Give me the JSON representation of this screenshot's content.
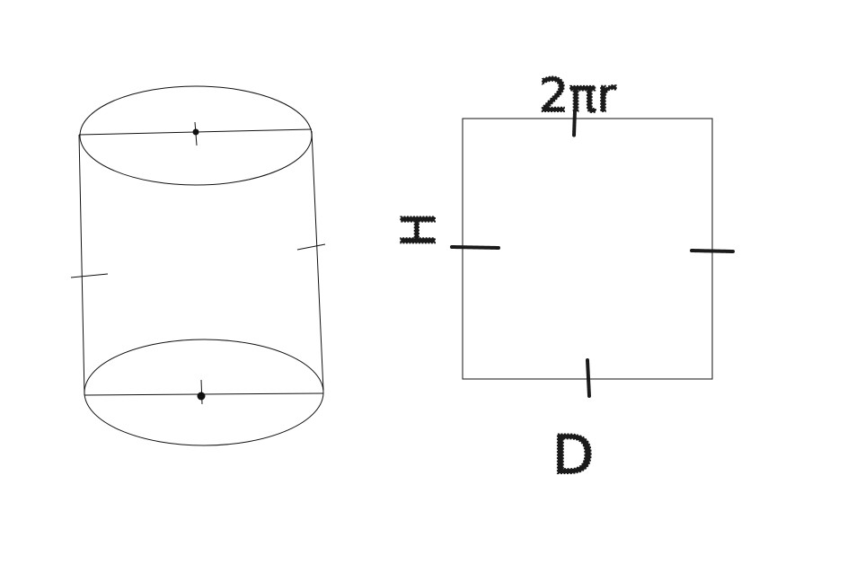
{
  "labels": {
    "top": "2πr",
    "left": "H",
    "bottom": "D"
  }
}
